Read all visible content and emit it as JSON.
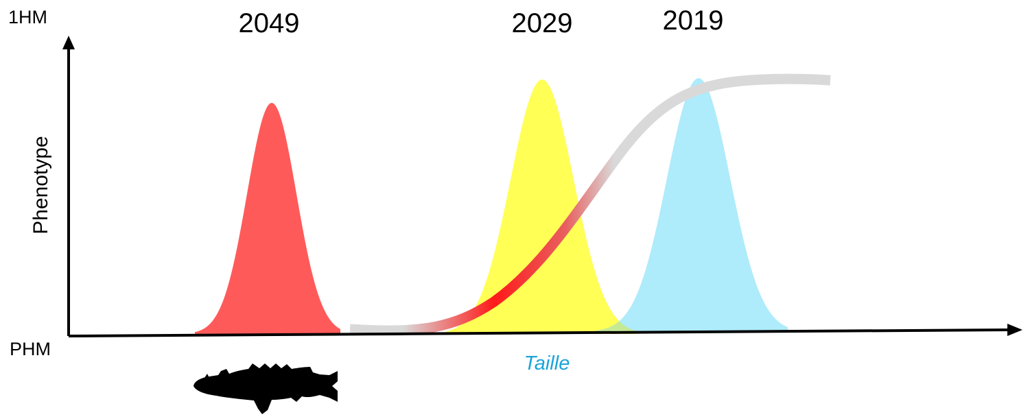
{
  "axes": {
    "y_top_label": "1HM",
    "y_bottom_label": "PHM",
    "y_title": "Phenotype",
    "x_title": "Taille"
  },
  "distributions": [
    {
      "year": "2049",
      "color": "#ff5a5a"
    },
    {
      "year": "2029",
      "color": "#ffff4d"
    },
    {
      "year": "2019",
      "color": "#aaeafb"
    }
  ],
  "curve": {
    "colors": [
      "#d9d9d9",
      "#ff1a1a",
      "#d9d9d9"
    ]
  },
  "fish_icon": "fish-silhouette-icon"
}
